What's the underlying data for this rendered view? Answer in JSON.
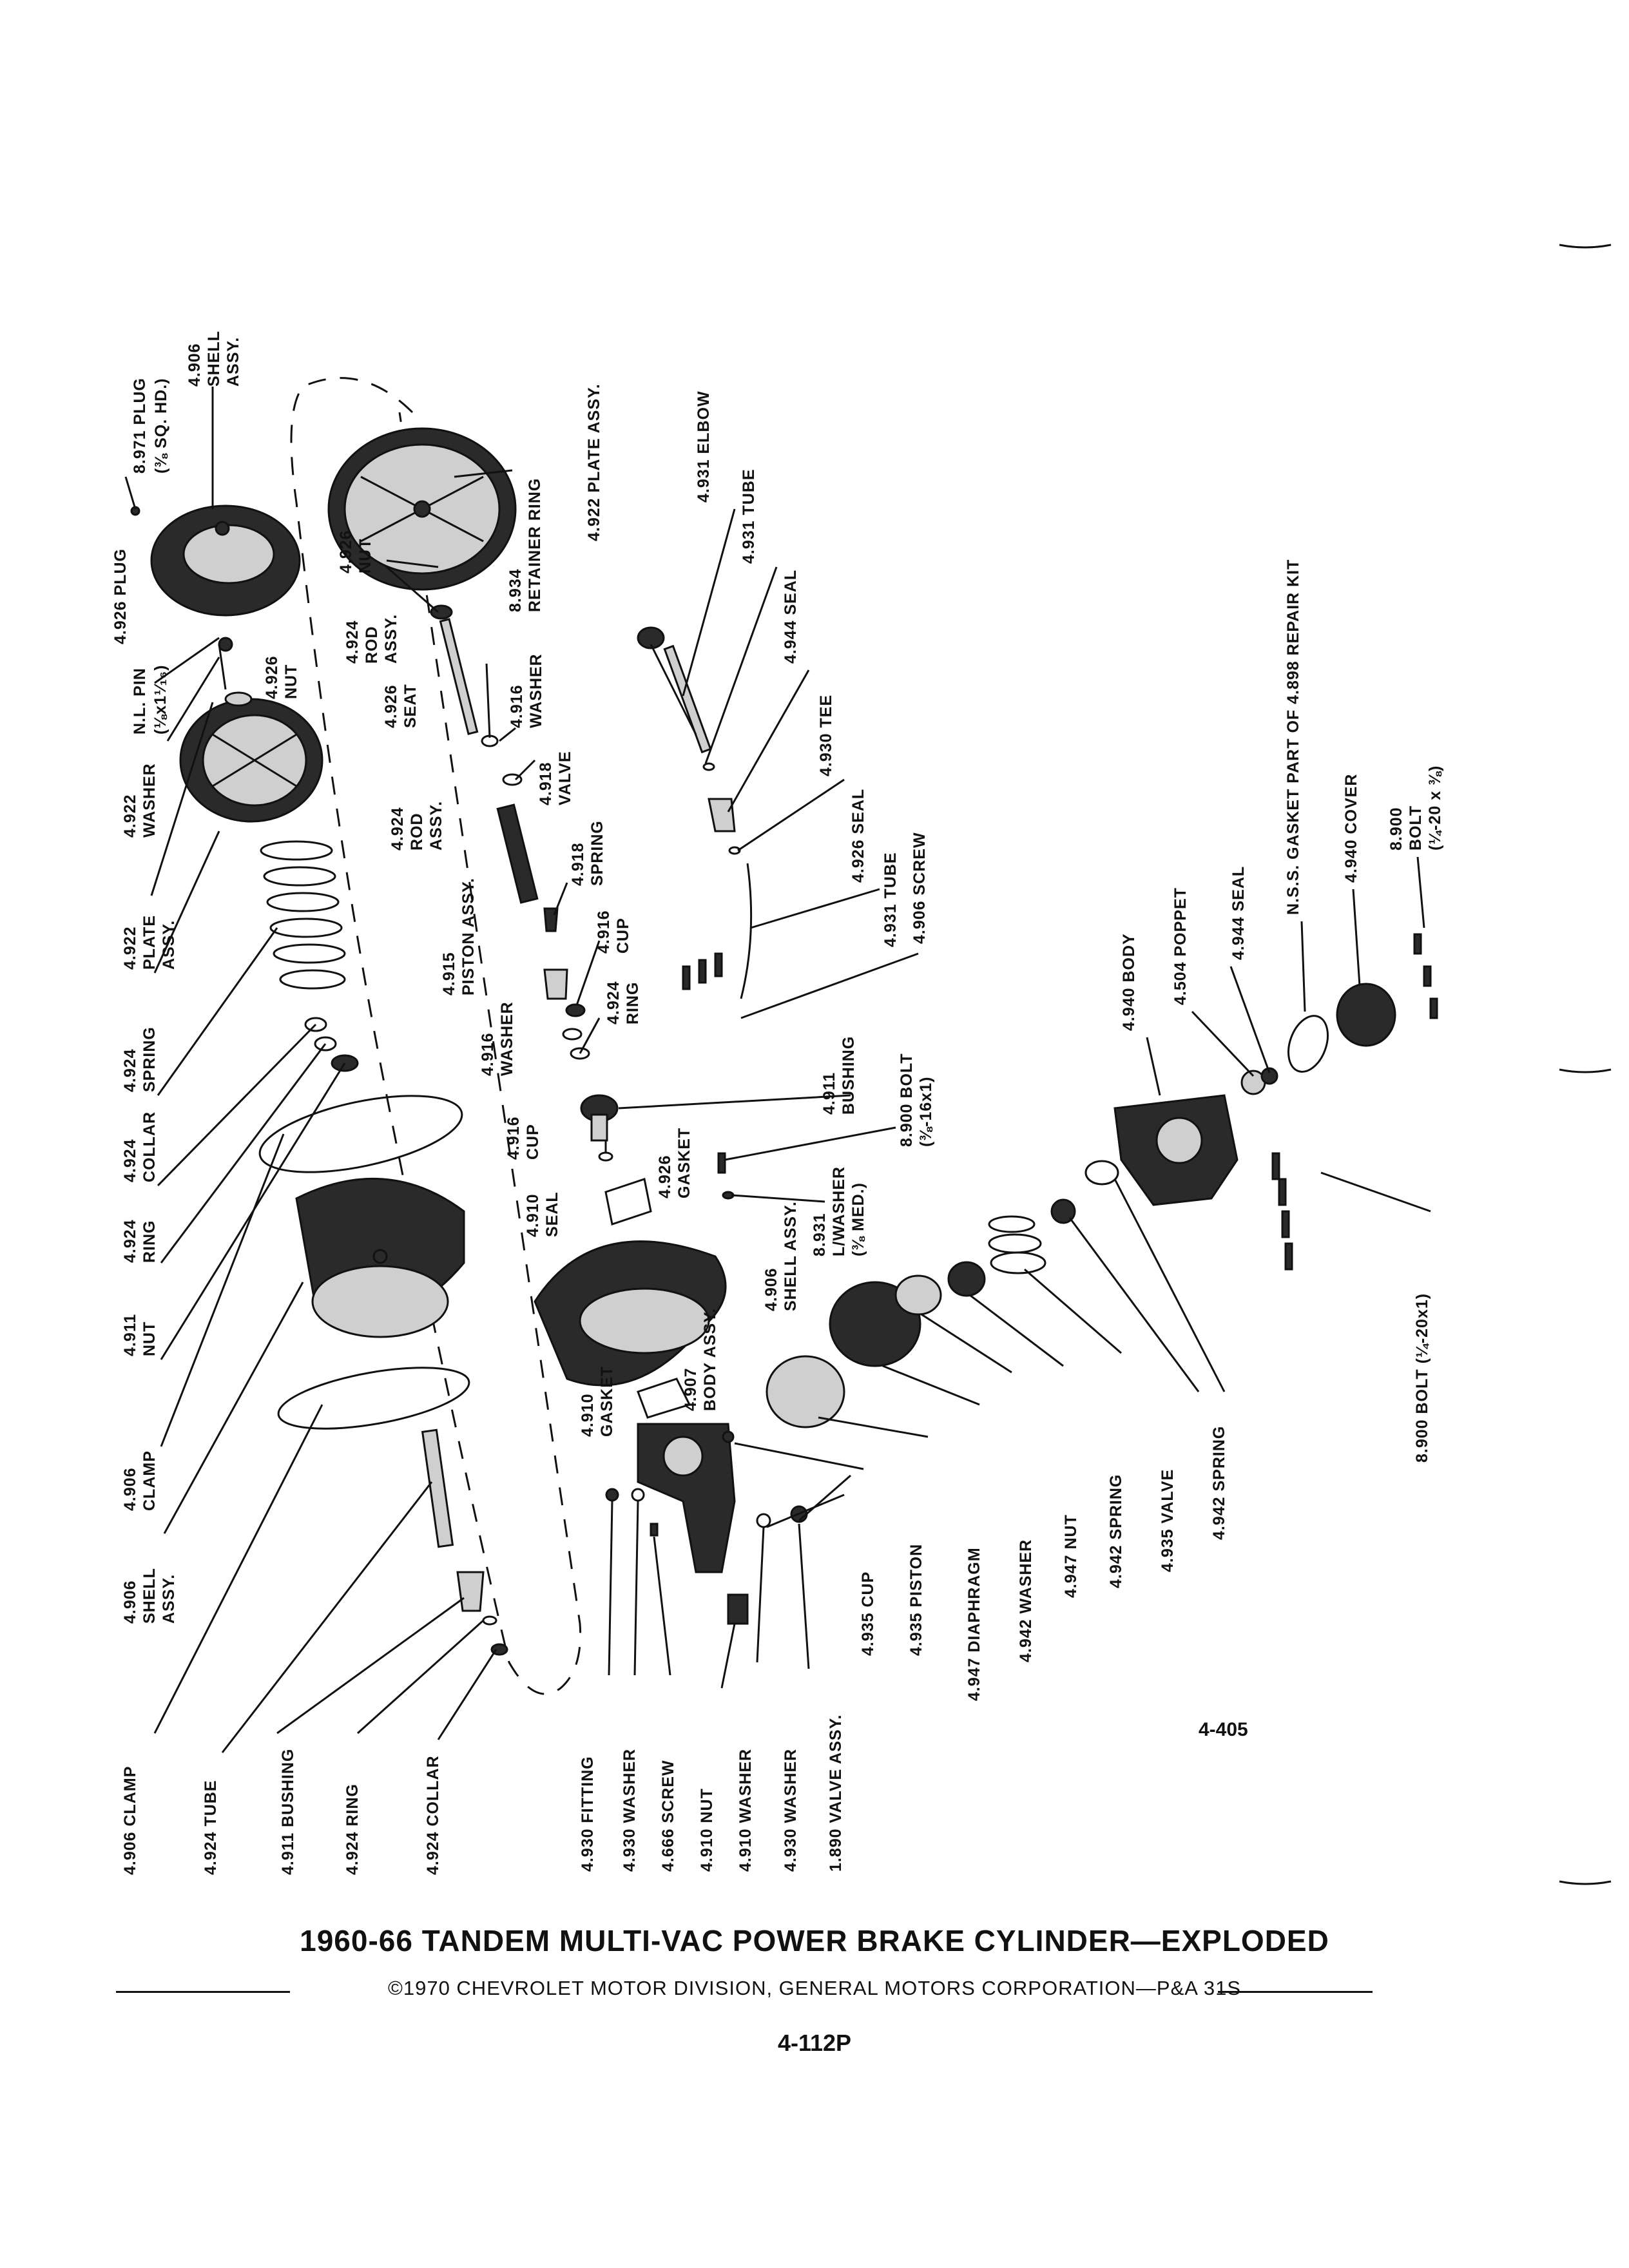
{
  "title": "1960-66 TANDEM MULTI-VAC POWER BRAKE CYLINDER—EXPLODED",
  "copyright": "©1970 CHEVROLET MOTOR DIVISION, GENERAL MOTORS CORPORATION—P&A 31S",
  "page_number": "4-112P",
  "figure_number": "4-405",
  "labels": [
    "8.971 PLUG",
    "(⅜ SQ. HD.)",
    "4.906",
    "SHELL",
    "ASSY.",
    "4.926 PLUG",
    "N.L. PIN",
    "(⅛x1¹⁄₁₆)",
    "4.926",
    "NUT",
    "4.922",
    "WASHER",
    "4.922",
    "PLATE",
    "ASSY.",
    "4.924",
    "SPRING",
    "4.924",
    "COLLAR",
    "4.924",
    "RING",
    "4.911",
    "NUT",
    "4.906",
    "CLAMP",
    "4.906",
    "SHELL",
    "ASSY.",
    "4.906 CLAMP",
    "4.924 TUBE",
    "4.911 BUSHING",
    "4.924 RING",
    "4.924 COLLAR",
    "4.922 PLATE ASSY.",
    "8.934",
    "RETAINER RING",
    "4.926",
    "NUT",
    "4.924",
    "ROD",
    "ASSY.",
    "4.926",
    "SEAT",
    "4.916",
    "WASHER",
    "4.918",
    "VALVE",
    "4.924",
    "ROD",
    "ASSY.",
    "4.918",
    "SPRING",
    "4.915",
    "PISTON ASSY.",
    "4.916",
    "CUP",
    "4.916",
    "WASHER",
    "4.924",
    "RING",
    "4.916",
    "CUP",
    "4.910",
    "SEAL",
    "4.926",
    "GASKET",
    "8.900 BOLT",
    "(⅜-16x1)",
    "4.911",
    "BUSHING",
    "8.931",
    "L/WASHER",
    "(⅜ MED.)",
    "4.906",
    "SHELL ASSY.",
    "4.907",
    "BODY ASSY.",
    "4.910",
    "GASKET",
    "4.930 FITTING",
    "4.930 WASHER",
    "4.666 SCREW",
    "4.910 NUT",
    "4.910 WASHER",
    "4.930 WASHER",
    "1.890 VALVE ASSY.",
    "4.935 CUP",
    "4.935 PISTON",
    "4.947 DIAPHRAGM",
    "4.942 WASHER",
    "4.947 NUT",
    "4.942 SPRING",
    "4.935 VALVE",
    "4.942 SPRING",
    "4.931 ELBOW",
    "4.931 TUBE",
    "4.944 SEAL",
    "4.930 TEE",
    "4.926 SEAL",
    "4.931 TUBE",
    "4.906 SCREW",
    "4.940 BODY",
    "4.504 POPPET",
    "4.944 SEAL",
    "N.S.S. GASKET PART OF 4.898 REPAIR KIT",
    "4.940 COVER",
    "8.900",
    "BOLT",
    "(¼-20 x ⅜)",
    "8.900 BOLT (¼-20x1)"
  ]
}
